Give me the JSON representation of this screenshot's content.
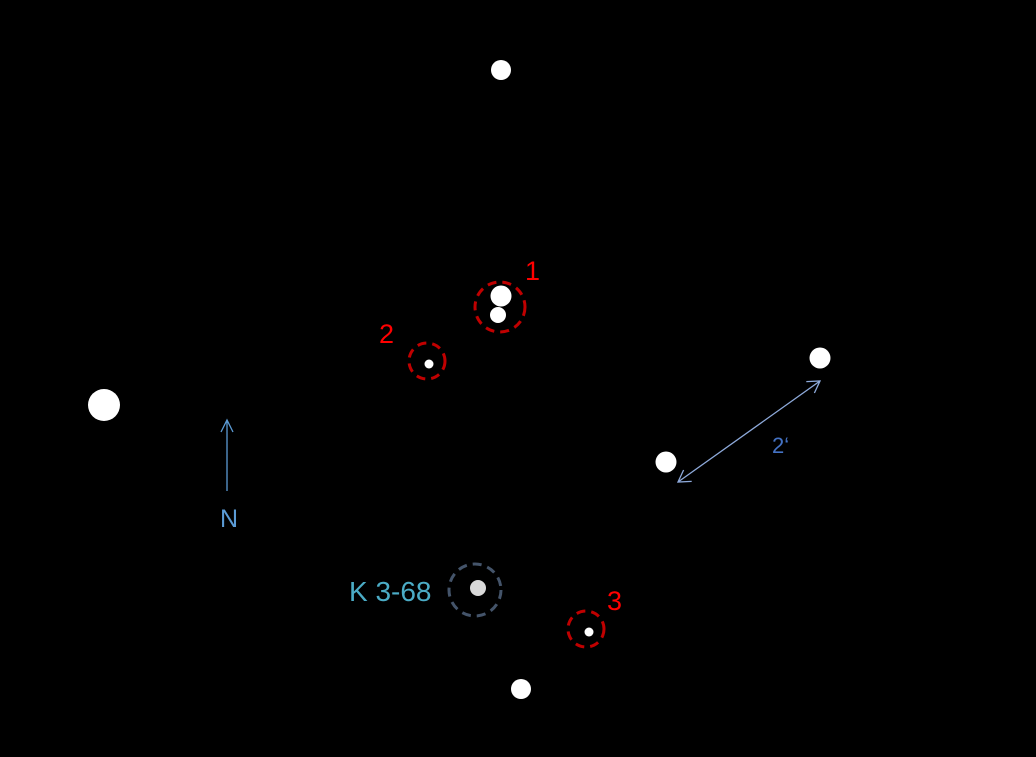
{
  "colors": {
    "background": "#000000",
    "star": "#ffffff",
    "target_star": "#d9d9d9",
    "comparison_marker": "#c00000",
    "comparison_label": "#ff0000",
    "target_marker": "#44546a",
    "target_label": "#4bacc6",
    "north_arrow": "#5b9bd5",
    "scale_bar": "#8eaadb",
    "scale_label": "#4472c4"
  },
  "target": {
    "label": "K 3-68",
    "icon": "dashed-circle-marker"
  },
  "comparison_stars": [
    {
      "label": "1"
    },
    {
      "label": "2"
    },
    {
      "label": "3"
    }
  ],
  "north_indicator": {
    "label": "N",
    "icon": "up-arrow"
  },
  "scale_bar": {
    "label": "2‘",
    "icon": "double-headed-arrow"
  }
}
